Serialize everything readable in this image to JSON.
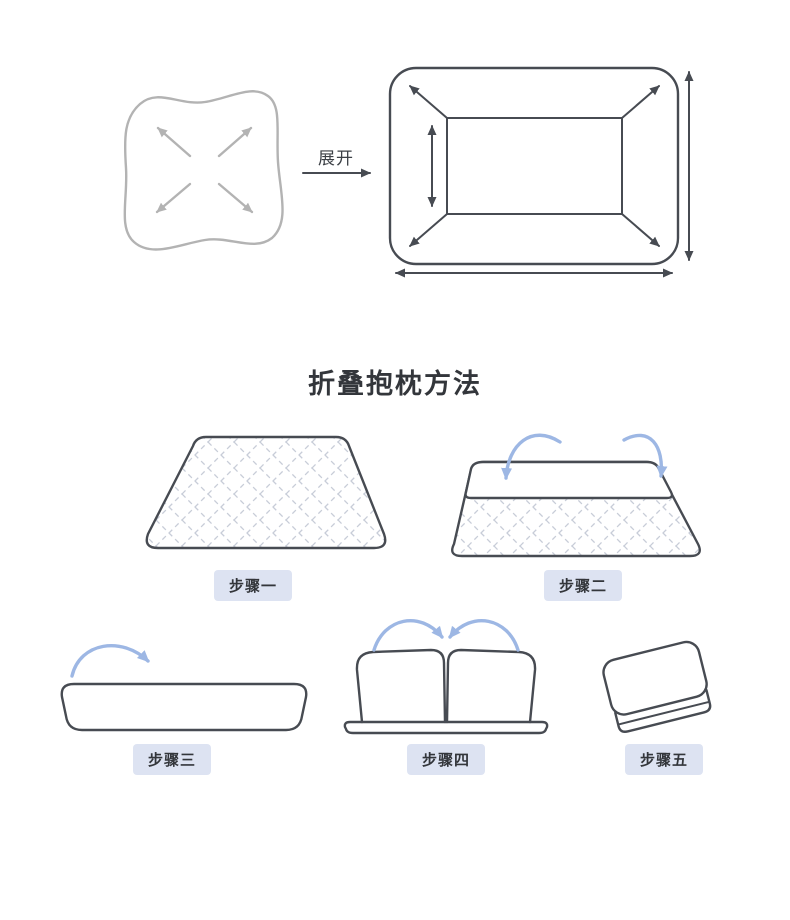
{
  "top_diagram": {
    "unfold_label": "展开"
  },
  "title": "折叠抱枕方法",
  "steps": [
    {
      "label": "步骤一"
    },
    {
      "label": "步骤二"
    },
    {
      "label": "步骤三"
    },
    {
      "label": "步骤四"
    },
    {
      "label": "步骤五"
    }
  ],
  "colors": {
    "line": "#474b52",
    "pillow_line": "#b3b3b3",
    "arrow_blue": "#9db7e4",
    "badge_bg": "#dde3f2",
    "quilt_line": "#c8cdd8"
  }
}
